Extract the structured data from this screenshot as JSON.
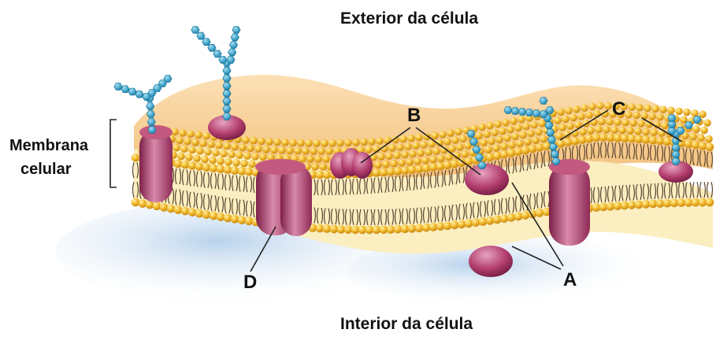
{
  "labels": {
    "exterior": "Exterior da célula",
    "interior": "Interior da célula",
    "membrana_line1": "Membrana",
    "membrana_line2": "celular",
    "A": "A",
    "B": "B",
    "C": "C",
    "D": "D"
  },
  "colors": {
    "lipid_head": "#f2b92e",
    "lipid_tail": "#5a4530",
    "membrane_core": "#fbeec0",
    "exterior_surface": "#f6c987",
    "shadow": "#c7dbee",
    "protein": "#b23d6e",
    "protein_light": "#d98aaa",
    "sugar_chain": "#2e9cc9",
    "leader_line": "#222222"
  },
  "icons": [
    "phospholipid-bilayer",
    "integral-protein",
    "peripheral-protein",
    "glycoprotein",
    "glycolipid"
  ]
}
